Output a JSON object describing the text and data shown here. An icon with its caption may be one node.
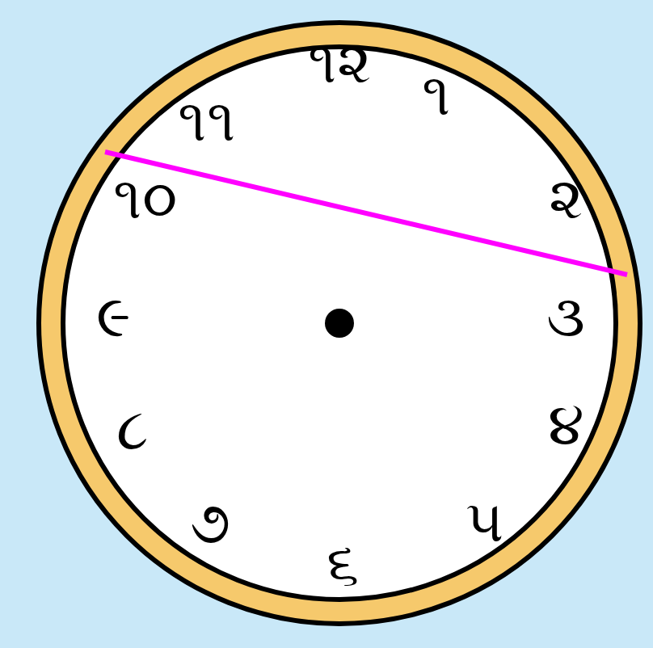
{
  "diagram": {
    "labels": [
      "૧૨",
      "૧૧",
      "૧",
      "૧૦",
      "૨",
      "૯",
      "૩",
      "૮",
      "૪",
      "૭",
      "૫",
      "૬"
    ]
  }
}
